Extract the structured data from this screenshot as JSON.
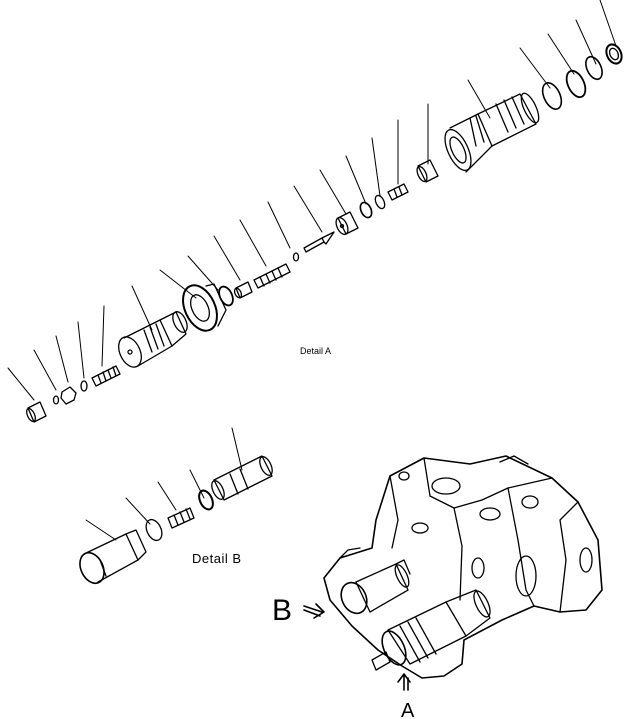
{
  "labels": {
    "detail_a": "Detail A",
    "detail_b": "Detail B",
    "view_b": "B",
    "view_a": "A"
  },
  "colors": {
    "ink": "#000000",
    "paper": "#ffffff"
  }
}
